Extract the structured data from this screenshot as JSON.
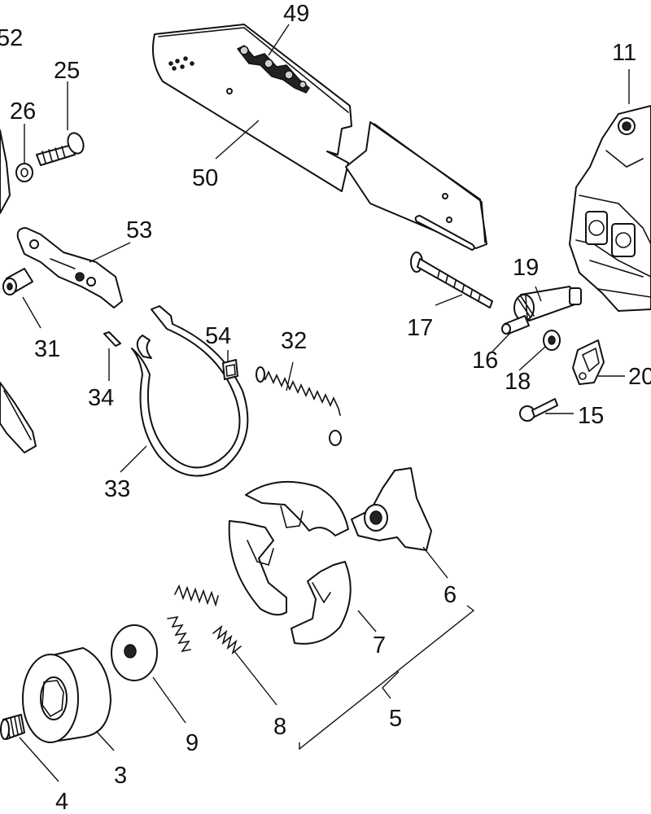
{
  "diagram": {
    "labels": {
      "p3": "3",
      "p4": "4",
      "p5": "5",
      "p6": "6",
      "p7": "7",
      "p8": "8",
      "p9": "9",
      "p11": "11",
      "p15": "15",
      "p16": "16",
      "p17": "17",
      "p18": "18",
      "p19": "19",
      "p20": "20",
      "p25": "25",
      "p26": "26",
      "p31": "31",
      "p32": "32",
      "p33": "33",
      "p34": "34",
      "p49": "49",
      "p50": "50",
      "p52": "52",
      "p53": "53",
      "p54": "54"
    }
  }
}
